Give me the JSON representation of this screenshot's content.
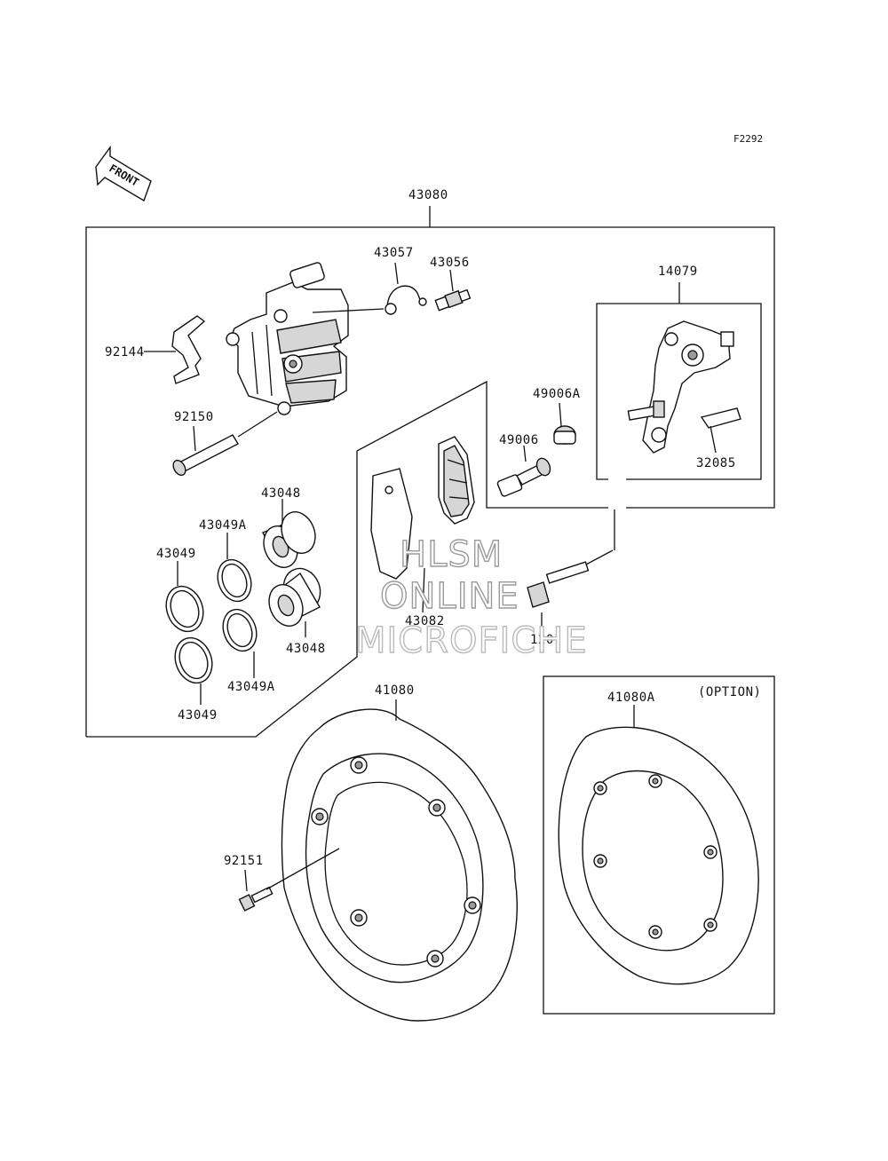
{
  "diagram": {
    "code": "F2292",
    "front_label": "FRONT",
    "option_label": "(OPTION)",
    "watermark": [
      "HLSM",
      "ONLINE",
      "MICROFICHE"
    ],
    "callouts": {
      "c43080": "43080",
      "c43057": "43057",
      "c43056": "43056",
      "c14079": "14079",
      "c92144": "92144",
      "c49006A": "49006A",
      "c92150": "92150",
      "c49006": "49006",
      "c32085": "32085",
      "c43048a": "43048",
      "c43049Aa": "43049A",
      "c43049a": "43049",
      "c43082": "43082",
      "c120": "120",
      "c43048b": "43048",
      "c43049Ab": "43049A",
      "c43049b": "43049",
      "c41080": "41080",
      "c41080A": "41080A",
      "c92151": "92151"
    }
  }
}
